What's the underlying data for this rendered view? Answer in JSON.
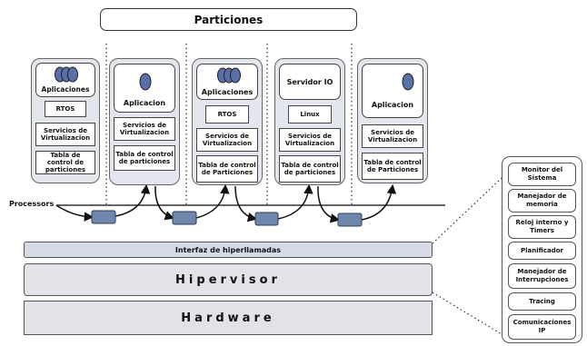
{
  "title": "Particiones",
  "processors_label": "Processors",
  "partitions": [
    {
      "app": "Aplicaciones",
      "boxes": [
        "RTOS",
        "Servicios de Virtualizacion",
        "Tabla de control de particiones"
      ]
    },
    {
      "app": "Aplicacion",
      "boxes": [
        "Servicios de Virtualizacion",
        "Tabla de control de particiones"
      ]
    },
    {
      "app": "Aplicaciones",
      "boxes": [
        "RTOS",
        "Servicios de Virtualizacion",
        "Tabla de control de Particiones"
      ]
    },
    {
      "app": "Servidor IO",
      "boxes": [
        "Linux",
        "Servicios de Virtualizacion",
        "Tabla de control de particiones"
      ]
    },
    {
      "app": "Aplicacion",
      "boxes": [
        "Servicios de Virtualizacion",
        "Tabla de control de Particiones"
      ]
    }
  ],
  "layers": {
    "interfaz": "Interfaz de hiperllamadas",
    "hipervisor": "Hipervisor",
    "hardware": "Hardware"
  },
  "components": [
    "Monitor del Sistema",
    "Manejador de memoria",
    "Reloj interno y Timers",
    "Planificador",
    "Manejador de Interrupciones",
    "Tracing",
    "Comunicaciones IP"
  ],
  "colors": {
    "partition_bg": "#e4e6ee",
    "chip": "#6f87ad",
    "app_icon": "#5a6ea8",
    "interfaz_bg": "#d6dbe6",
    "layer_bg": "#e2e3e8"
  }
}
